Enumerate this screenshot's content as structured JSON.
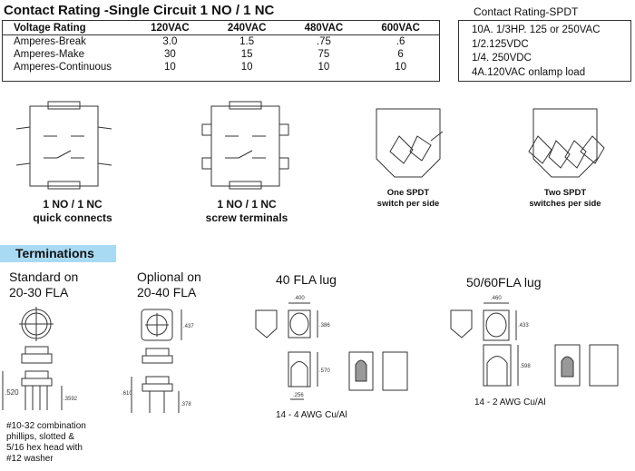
{
  "single_circuit": {
    "title": "Contact Rating -Single Circuit 1 NO / 1 NC",
    "headers": [
      "Voltage Rating",
      "120VAC",
      "240VAC",
      "480VAC",
      "600VAC"
    ],
    "rows": [
      [
        "Amperes-Break",
        "3.0",
        "1.5",
        ".75",
        ".6"
      ],
      [
        "Amperes-Make",
        "30",
        "15",
        "75",
        "6"
      ],
      [
        "Amperes-Continuous",
        "10",
        "10",
        "10",
        "10"
      ]
    ]
  },
  "spdt": {
    "title": "Contact Rating-SPDT",
    "lines": [
      "10A. 1/3HP. 125 or 250VAC",
      "1/2.125VDC",
      "1/4. 250VDC",
      "4A.120VAC onlamp load"
    ]
  },
  "configs": [
    {
      "line1": "1 NO / 1 NC",
      "line2": "quick connects"
    },
    {
      "line1": "1 NO / 1 NC",
      "line2": "screw terminals"
    },
    {
      "line1": "One SPDT",
      "line2": "switch per side"
    },
    {
      "line1": "Two SPDT",
      "line2": "switches per side"
    }
  ],
  "terminations": {
    "banner": "Terminations",
    "standard": {
      "line1": "Standard on",
      "line2": "20-30 FLA",
      "dims": [
        ".520",
        ".3592"
      ],
      "note": [
        "#10-32 combination",
        "phillips, slotted &",
        "5/16 hex head with",
        "#12 washer"
      ]
    },
    "optional": {
      "line1": "Oplional on",
      "line2": "20-40 FLA",
      "dims": [
        ".437",
        ".610",
        ".378"
      ]
    },
    "lug40": {
      "title": "40 FLA lug",
      "dims": [
        ".400",
        ".386",
        ".570",
        ".256"
      ],
      "wire": "14 - 4  AWG Cu/Al"
    },
    "lug60": {
      "title": "50/60FLA lug",
      "dims": [
        ".460",
        ".433",
        ".598"
      ],
      "wire": "14 -  2  AWG Cu/Al"
    }
  },
  "colors": {
    "banner": "#a9daf4"
  }
}
